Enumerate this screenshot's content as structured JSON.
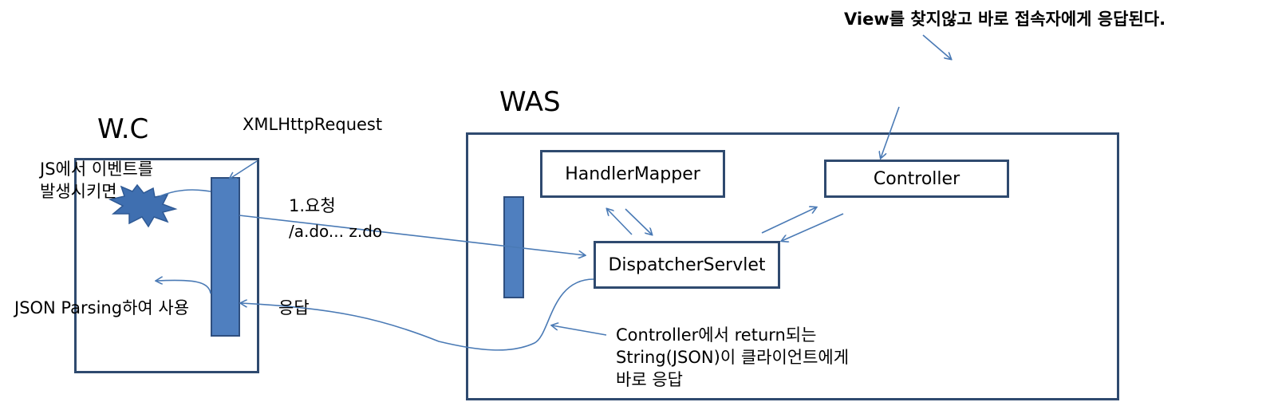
{
  "note_top": "View를 찾지않고 바로 접속자에게 응답된다.",
  "was_title": "WAS",
  "wc_title": "W.C",
  "xhr_label": "XMLHttpRequest",
  "js_event_lines": [
    "JS에서 이벤트를",
    "발생시키면"
  ],
  "json_parsing": "JSON Parsing하여 사용",
  "request_lines": [
    "1.요청",
    "/a.do... z.do"
  ],
  "response_label": "응답",
  "handler_mapper": "HandlerMapper",
  "controller": "Controller",
  "dispatcher_servlet": "DispatcherServlet",
  "bottom_note_lines": [
    "Controller에서 return되는",
    "String(JSON)이 클라이언트에게",
    "바로 응답"
  ],
  "colors": {
    "line": "#4a7ab5",
    "box_border": "#2f4a6f",
    "bar_fill": "#4f7fbf",
    "burst": "#3f6fb0"
  }
}
